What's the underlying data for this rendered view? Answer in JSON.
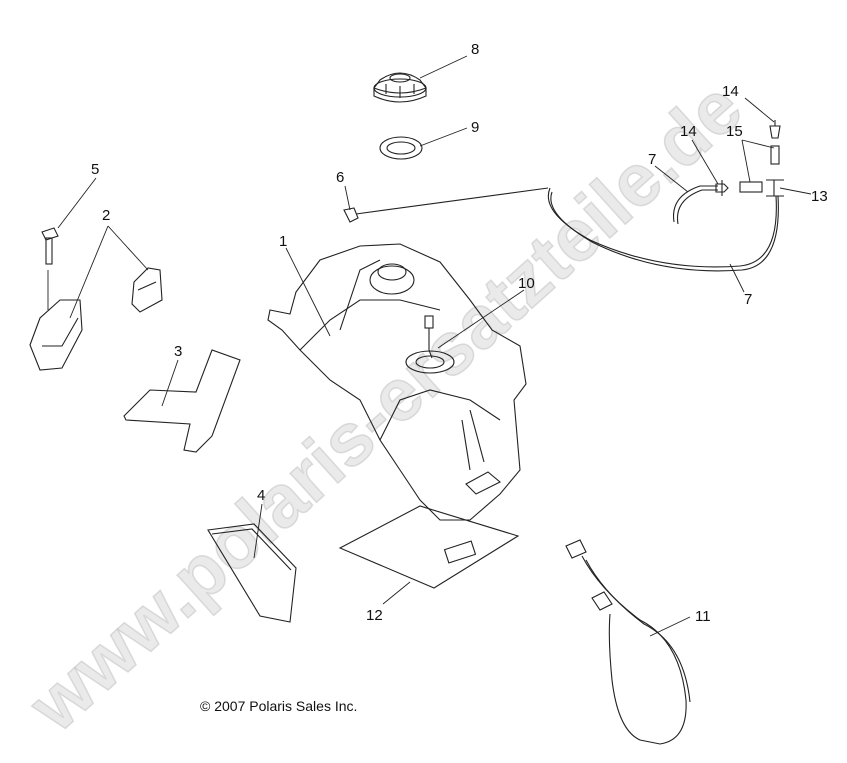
{
  "diagram": {
    "callouts": {
      "c1": "1",
      "c2": "2",
      "c3": "3",
      "c4": "4",
      "c5": "5",
      "c6": "6",
      "c7a": "7",
      "c7b": "7",
      "c8": "8",
      "c9": "9",
      "c10": "10",
      "c11": "11",
      "c12": "12",
      "c13": "13",
      "c14a": "14",
      "c14b": "14",
      "c15": "15"
    },
    "copyright": "© 2007 Polaris Sales Inc.",
    "watermark": "www.polaris-ersatzteile.de"
  }
}
